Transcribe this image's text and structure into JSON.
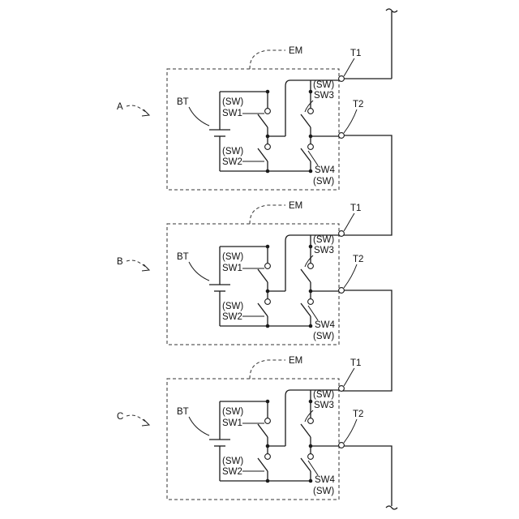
{
  "labels": {
    "em": "EM",
    "t1": "T1",
    "t2": "T2",
    "bt": "BT",
    "sw_ref": "(SW)",
    "sw1": "SW1",
    "sw2": "SW2",
    "sw3": "SW3",
    "sw4": "SW4"
  },
  "modules": [
    {
      "id": "A",
      "label": "A"
    },
    {
      "id": "B",
      "label": "B"
    },
    {
      "id": "C",
      "label": "C"
    }
  ]
}
